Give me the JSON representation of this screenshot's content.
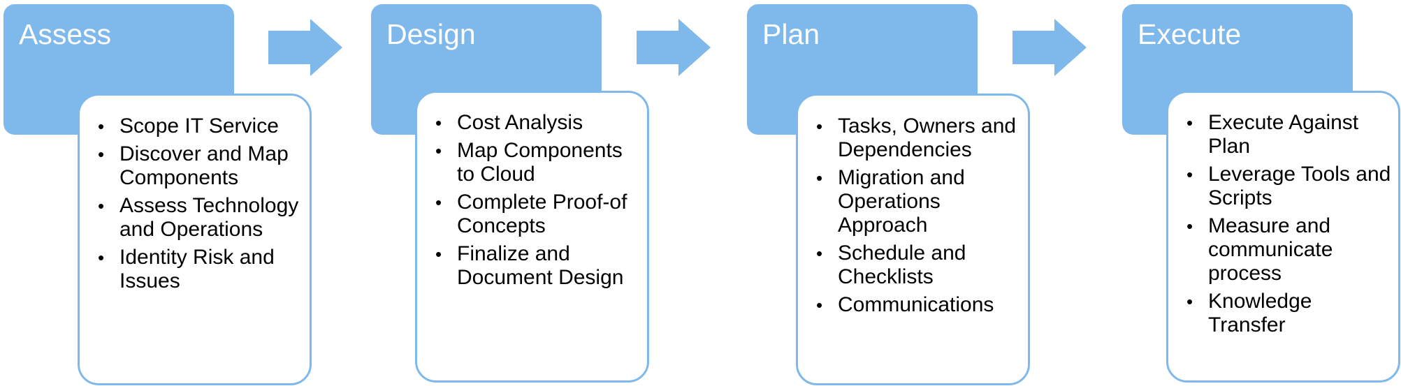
{
  "stages": [
    {
      "title": "Assess",
      "items": [
        "Scope IT Service",
        "Discover and Map Components",
        "Assess Technology and Operations",
        "Identity Risk and Issues"
      ]
    },
    {
      "title": "Design",
      "items": [
        "Cost Analysis",
        "Map Components to Cloud",
        "Complete Proof-of Concepts",
        "Finalize and Document Design"
      ]
    },
    {
      "title": "Plan",
      "items": [
        "Tasks, Owners and Dependencies",
        "Migration and Operations Approach",
        "Schedule and Checklists",
        "Communications"
      ]
    },
    {
      "title": "Execute",
      "items": [
        "Execute Against Plan",
        "Leverage Tools and Scripts",
        "Measure and communicate process",
        "Knowledge Transfer"
      ]
    }
  ],
  "colors": {
    "header_fill": "#7fb8ea",
    "card_border": "#7fb8ea",
    "arrow_fill": "#7fb8ea",
    "title_text": "#ffffff",
    "item_text": "#000000"
  },
  "icons": {
    "arrow": "arrow-right-icon",
    "bullet": "bullet-icon"
  }
}
